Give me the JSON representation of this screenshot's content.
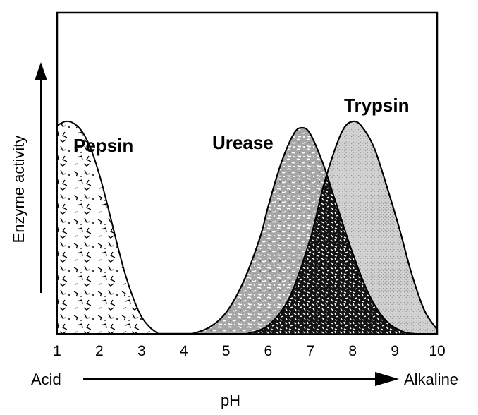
{
  "chart_data": {
    "type": "area",
    "title": "",
    "xlabel": "pH",
    "ylabel": "Enzyme activity",
    "x_range": [
      1,
      10
    ],
    "y_range": [
      0,
      1
    ],
    "x_ticks": [
      1,
      2,
      3,
      4,
      5,
      6,
      7,
      8,
      9,
      10
    ],
    "x_end_labels": {
      "left": "Acid",
      "right": "Alkaline"
    },
    "grid": false,
    "legend": "none",
    "series": [
      {
        "name": "Pepsin",
        "peak_ph": 1.4,
        "x": [
          1.0,
          1.2,
          1.4,
          1.6,
          1.8,
          2.0,
          2.2,
          2.4,
          2.6,
          2.8,
          3.0,
          3.2,
          3.4
        ],
        "values": [
          0.98,
          1.0,
          0.99,
          0.95,
          0.87,
          0.75,
          0.6,
          0.44,
          0.29,
          0.17,
          0.08,
          0.03,
          0.0
        ],
        "pattern": "sparse-black-flecks-on-white"
      },
      {
        "name": "Urease",
        "peak_ph": 6.7,
        "x": [
          4.2,
          4.6,
          5.0,
          5.4,
          5.8,
          6.0,
          6.3,
          6.6,
          6.8,
          7.0,
          7.3,
          7.6,
          8.0,
          8.4,
          8.8,
          9.2,
          9.5
        ],
        "values": [
          0.0,
          0.03,
          0.1,
          0.24,
          0.45,
          0.6,
          0.8,
          0.94,
          0.97,
          0.94,
          0.8,
          0.62,
          0.38,
          0.18,
          0.06,
          0.01,
          0.0
        ],
        "pattern": "grey-mottled"
      },
      {
        "name": "Trypsin",
        "peak_ph": 8.0,
        "x": [
          5.5,
          6.0,
          6.5,
          7.0,
          7.3,
          7.6,
          7.8,
          8.0,
          8.2,
          8.5,
          8.8,
          9.1,
          9.4,
          9.7,
          10.0
        ],
        "values": [
          0.0,
          0.04,
          0.17,
          0.45,
          0.69,
          0.88,
          0.97,
          1.0,
          0.98,
          0.88,
          0.7,
          0.5,
          0.28,
          0.11,
          0.02
        ],
        "pattern": "light-grey-stipple"
      }
    ],
    "overlap_region": {
      "between": [
        "Urease",
        "Trypsin"
      ],
      "pattern": "black-with-white-flecks"
    }
  },
  "colors": {
    "background": "#ffffff",
    "ink": "#000000",
    "urease_fill": "#a6a6a6",
    "trypsin_fill": "#d2d2d2",
    "overlap_fill": "#141414"
  }
}
